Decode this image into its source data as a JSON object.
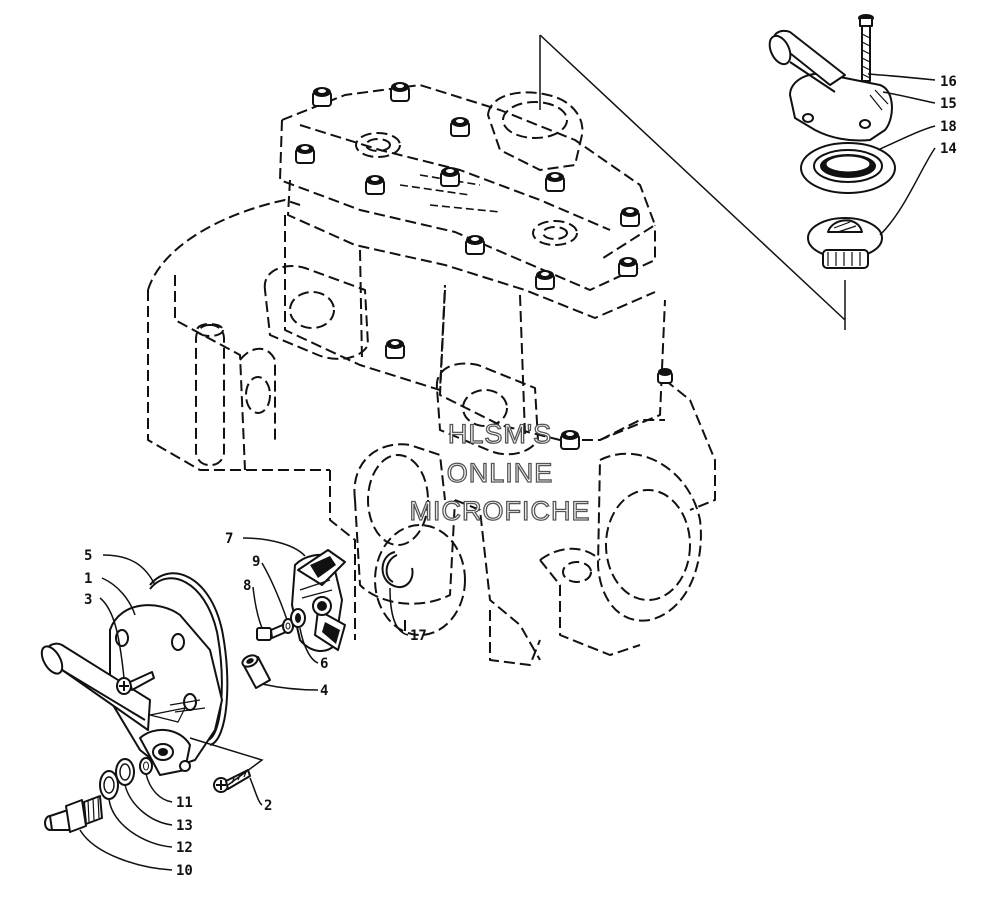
{
  "watermark": {
    "line1": "HLSM'S",
    "line2": "ONLINE",
    "line3": "MICROFICHE"
  },
  "callouts": {
    "c1": "1",
    "c2": "2",
    "c3": "3",
    "c4": "4",
    "c5": "5",
    "c6": "6",
    "c7": "7",
    "c8": "8",
    "c9": "9",
    "c10": "10",
    "c11": "11",
    "c12": "12",
    "c13": "13",
    "c14": "14",
    "c15": "15",
    "c16": "16",
    "c17": "17",
    "c18": "18"
  }
}
